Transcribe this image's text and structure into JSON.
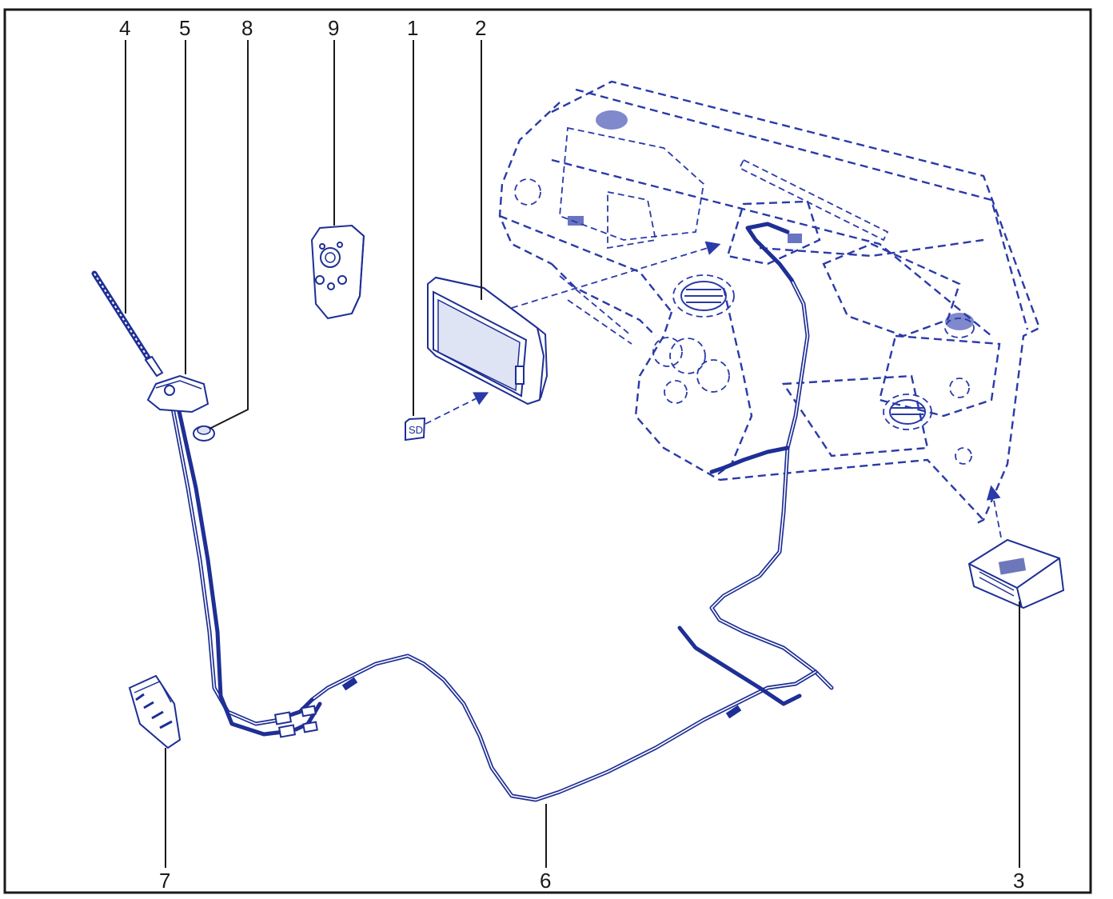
{
  "callouts": [
    {
      "id": "1",
      "label": "1"
    },
    {
      "id": "2",
      "label": "2"
    },
    {
      "id": "3",
      "label": "3"
    },
    {
      "id": "4",
      "label": "4"
    },
    {
      "id": "5",
      "label": "5"
    },
    {
      "id": "6",
      "label": "6"
    },
    {
      "id": "7",
      "label": "7"
    },
    {
      "id": "8",
      "label": "8"
    },
    {
      "id": "9",
      "label": "9"
    }
  ],
  "sd_card_label": "SD",
  "colors": {
    "line_art": "#1e2f95",
    "dashed": "#2a3aa8",
    "callout": "#1a1a1a",
    "frame": "#1a1a1a"
  }
}
